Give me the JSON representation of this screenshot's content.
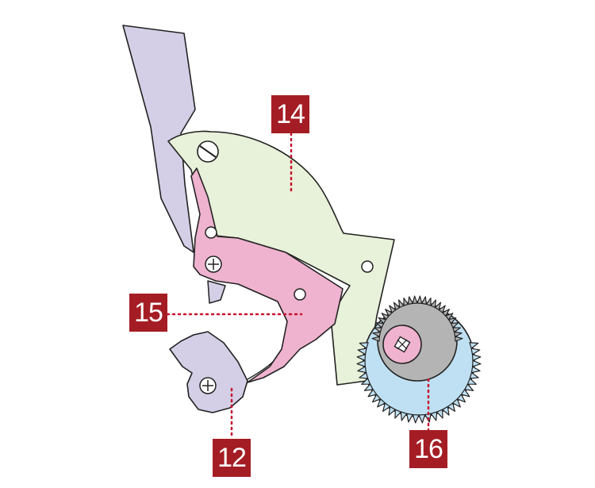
{
  "diagram": {
    "labels": [
      {
        "id": "14",
        "text": "14"
      },
      {
        "id": "15",
        "text": "15"
      },
      {
        "id": "12",
        "text": "12"
      },
      {
        "id": "16",
        "text": "16"
      }
    ],
    "colors": {
      "label_bg": "#a51d24",
      "leader_line": "#c8102e",
      "part_14_fill": "#e8f1d9",
      "part_15_fill": "#efb3cf",
      "part_12_fill": "#d4cfe6",
      "lever_fill": "#d4cfe6",
      "gear_blue_fill": "#bfe0f2",
      "gear_grey_fill": "#b4b4b4",
      "gear_pink_fill": "#efb3cf",
      "outline": "#222222"
    }
  }
}
